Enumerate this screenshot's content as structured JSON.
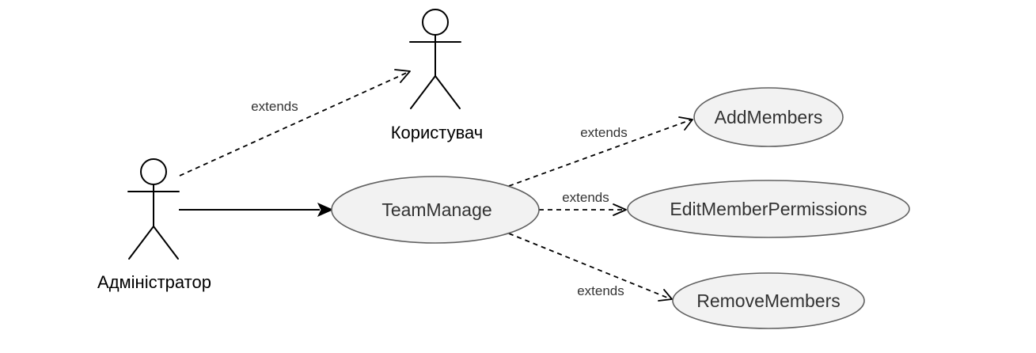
{
  "actors": {
    "user": {
      "label": "Користувач"
    },
    "admin": {
      "label": "Адміністратор"
    }
  },
  "use_cases": {
    "team_manage": {
      "label": "TeamManage"
    },
    "add_members": {
      "label": "AddMembers"
    },
    "edit_permissions": {
      "label": "EditMemberPermissions"
    },
    "remove_members": {
      "label": "RemoveMembers"
    }
  },
  "edges": {
    "admin_to_user": {
      "label": "extends",
      "style": "dashed"
    },
    "admin_to_team_manage": {
      "label": "",
      "style": "solid"
    },
    "team_to_add": {
      "label": "extends",
      "style": "dashed"
    },
    "team_to_edit": {
      "label": "extends",
      "style": "dashed"
    },
    "team_to_remove": {
      "label": "extends",
      "style": "dashed"
    }
  },
  "colors": {
    "usecase_fill": "#f2f2f2",
    "usecase_stroke": "#616161",
    "line": "#000000"
  }
}
